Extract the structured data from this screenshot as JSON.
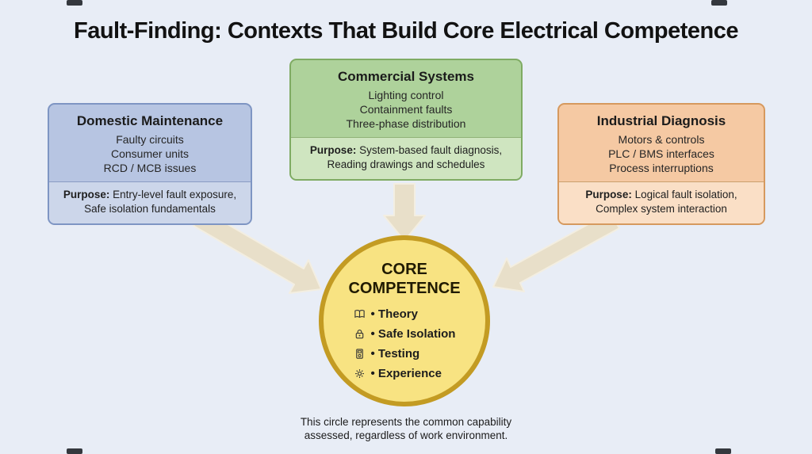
{
  "title": "Fault-Finding: Contexts That Build Core Electrical Competence",
  "boxes": [
    {
      "title": "Domestic Maintenance",
      "items": [
        "Faulty circuits",
        "Consumer units",
        "RCD / MCB issues"
      ],
      "purpose_label": "Purpose:",
      "purpose_text": " Entry-level fault exposure, Safe isolation fundamentals"
    },
    {
      "title": "Commercial Systems",
      "items": [
        "Lighting control",
        "Containment faults",
        "Three-phase distribution"
      ],
      "purpose_label": "Purpose:",
      "purpose_text": " System-based fault diagnosis, Reading drawings and schedules"
    },
    {
      "title": "Industrial Diagnosis",
      "items": [
        "Motors & controls",
        "PLC / BMS interfaces",
        "Process interruptions"
      ],
      "purpose_label": "Purpose:",
      "purpose_text": " Logical fault isolation, Complex system interaction"
    }
  ],
  "core": {
    "title_line1": "CORE",
    "title_line2": "COMPETENCE",
    "items": [
      {
        "icon": "book-icon",
        "label": "• Theory"
      },
      {
        "icon": "lock-icon",
        "label": "• Safe Isolation"
      },
      {
        "icon": "meter-icon",
        "label": "• Testing"
      },
      {
        "icon": "gear-icon",
        "label": "• Experience"
      }
    ]
  },
  "caption": "This circle represents the common capability assessed, regardless of work environment.",
  "colors": {
    "background": "#e8edf6",
    "domestic_fill": "#b7c5e2",
    "commercial_fill": "#aed29b",
    "industrial_fill": "#f5c9a3",
    "circle_fill": "#f8e382",
    "circle_border": "#c39b23",
    "arrow_fill": "#e8dfc9"
  }
}
